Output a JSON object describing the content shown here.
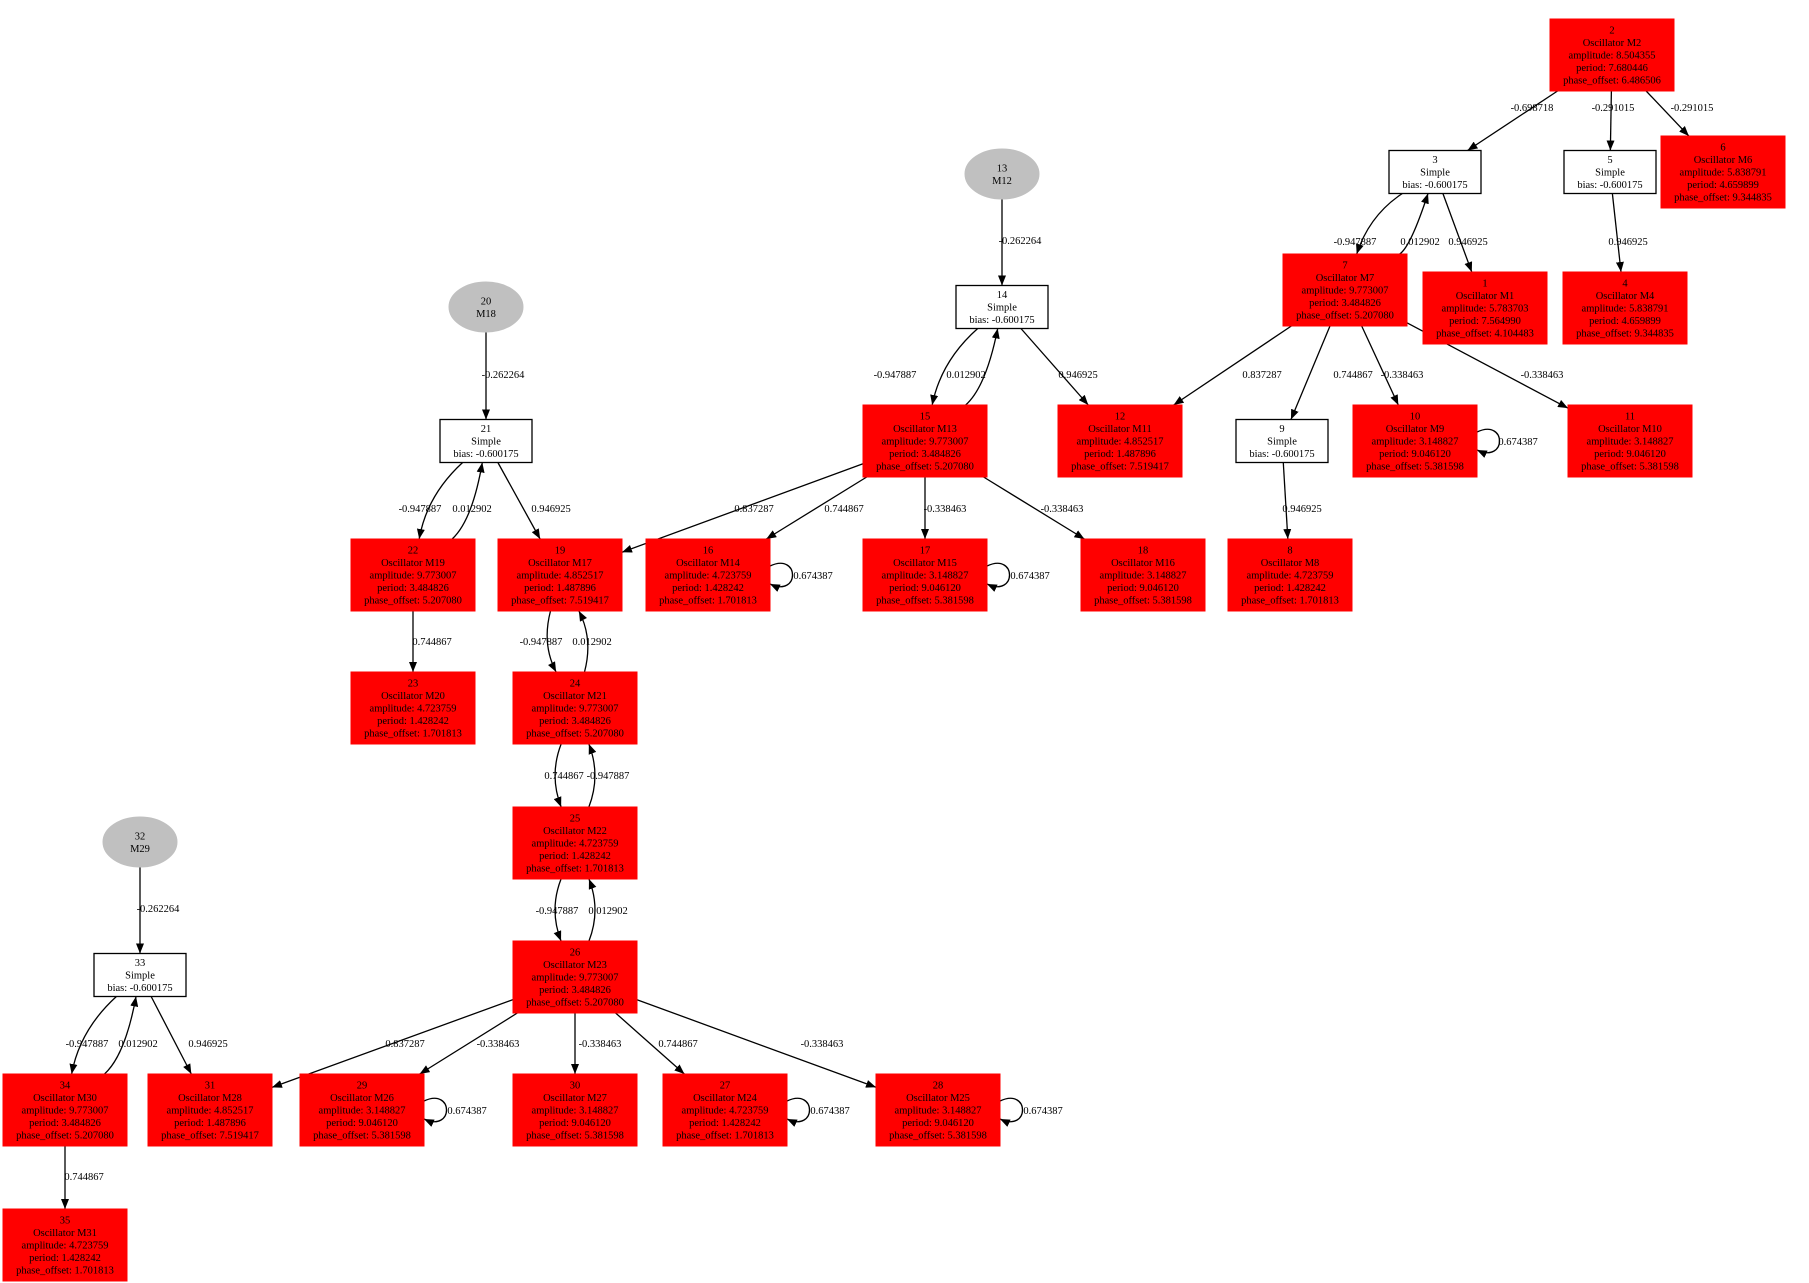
{
  "colors": {
    "oscillator_fill": "#ff0000",
    "oscillator_text": "#000000",
    "simple_fill": "#ffffff",
    "simple_stroke": "#000000",
    "input_fill": "#c0c0c0",
    "edge": "#000000"
  },
  "nodes": [
    {
      "id": "2",
      "kind": "oscillator",
      "lines": [
        "2",
        "Oscillator M2",
        "amplitude: 8.504355",
        "period: 7.680446",
        "phase_offset: 6.486506"
      ]
    },
    {
      "id": "3",
      "kind": "simple",
      "lines": [
        "3",
        "Simple",
        "bias: -0.600175"
      ]
    },
    {
      "id": "5",
      "kind": "simple",
      "lines": [
        "5",
        "Simple",
        "bias: -0.600175"
      ]
    },
    {
      "id": "6",
      "kind": "oscillator",
      "lines": [
        "6",
        "Oscillator M6",
        "amplitude: 5.838791",
        "period: 4.659899",
        "phase_offset: 9.344835"
      ]
    },
    {
      "id": "7",
      "kind": "oscillator",
      "lines": [
        "7",
        "Oscillator M7",
        "amplitude: 9.773007",
        "period: 3.484826",
        "phase_offset: 5.207080"
      ]
    },
    {
      "id": "1",
      "kind": "oscillator",
      "lines": [
        "1",
        "Oscillator M1",
        "amplitude: 5.783703",
        "period: 7.564990",
        "phase_offset: 4.104483"
      ]
    },
    {
      "id": "4",
      "kind": "oscillator",
      "lines": [
        "4",
        "Oscillator M4",
        "amplitude: 5.838791",
        "period: 4.659899",
        "phase_offset: 9.344835"
      ]
    },
    {
      "id": "12",
      "kind": "oscillator",
      "lines": [
        "12",
        "Oscillator M11",
        "amplitude: 4.852517",
        "period: 1.487896",
        "phase_offset: 7.519417"
      ]
    },
    {
      "id": "9",
      "kind": "simple",
      "lines": [
        "9",
        "Simple",
        "bias: -0.600175"
      ]
    },
    {
      "id": "10",
      "kind": "oscillator",
      "lines": [
        "10",
        "Oscillator M9",
        "amplitude: 3.148827",
        "period: 9.046120",
        "phase_offset: 5.381598"
      ]
    },
    {
      "id": "11",
      "kind": "oscillator",
      "lines": [
        "11",
        "Oscillator M10",
        "amplitude: 3.148827",
        "period: 9.046120",
        "phase_offset: 5.381598"
      ]
    },
    {
      "id": "8",
      "kind": "oscillator",
      "lines": [
        "8",
        "Oscillator M8",
        "amplitude: 4.723759",
        "period: 1.428242",
        "phase_offset: 1.701813"
      ]
    },
    {
      "id": "13",
      "kind": "input",
      "lines": [
        "13",
        "M12"
      ]
    },
    {
      "id": "14",
      "kind": "simple",
      "lines": [
        "14",
        "Simple",
        "bias: -0.600175"
      ]
    },
    {
      "id": "15",
      "kind": "oscillator",
      "lines": [
        "15",
        "Oscillator M13",
        "amplitude: 9.773007",
        "period: 3.484826",
        "phase_offset: 5.207080"
      ]
    },
    {
      "id": "16",
      "kind": "oscillator",
      "lines": [
        "16",
        "Oscillator M14",
        "amplitude: 4.723759",
        "period: 1.428242",
        "phase_offset: 1.701813"
      ]
    },
    {
      "id": "17",
      "kind": "oscillator",
      "lines": [
        "17",
        "Oscillator M15",
        "amplitude: 3.148827",
        "period: 9.046120",
        "phase_offset: 5.381598"
      ]
    },
    {
      "id": "18",
      "kind": "oscillator",
      "lines": [
        "18",
        "Oscillator M16",
        "amplitude: 3.148827",
        "period: 9.046120",
        "phase_offset: 5.381598"
      ]
    },
    {
      "id": "20",
      "kind": "input",
      "lines": [
        "20",
        "M18"
      ]
    },
    {
      "id": "21",
      "kind": "simple",
      "lines": [
        "21",
        "Simple",
        "bias: -0.600175"
      ]
    },
    {
      "id": "22",
      "kind": "oscillator",
      "lines": [
        "22",
        "Oscillator M19",
        "amplitude: 9.773007",
        "period: 3.484826",
        "phase_offset: 5.207080"
      ]
    },
    {
      "id": "19",
      "kind": "oscillator",
      "lines": [
        "19",
        "Oscillator M17",
        "amplitude: 4.852517",
        "period: 1.487896",
        "phase_offset: 7.519417"
      ]
    },
    {
      "id": "23",
      "kind": "oscillator",
      "lines": [
        "23",
        "Oscillator M20",
        "amplitude: 4.723759",
        "period: 1.428242",
        "phase_offset: 1.701813"
      ]
    },
    {
      "id": "24",
      "kind": "oscillator",
      "lines": [
        "24",
        "Oscillator M21",
        "amplitude: 9.773007",
        "period: 3.484826",
        "phase_offset: 5.207080"
      ]
    },
    {
      "id": "25",
      "kind": "oscillator",
      "lines": [
        "25",
        "Oscillator M22",
        "amplitude: 4.723759",
        "period: 1.428242",
        "phase_offset: 1.701813"
      ]
    },
    {
      "id": "26",
      "kind": "oscillator",
      "lines": [
        "26",
        "Oscillator M23",
        "amplitude: 9.773007",
        "period: 3.484826",
        "phase_offset: 5.207080"
      ]
    },
    {
      "id": "32",
      "kind": "input",
      "lines": [
        "32",
        "M29"
      ]
    },
    {
      "id": "33",
      "kind": "simple",
      "lines": [
        "33",
        "Simple",
        "bias: -0.600175"
      ]
    },
    {
      "id": "34",
      "kind": "oscillator",
      "lines": [
        "34",
        "Oscillator M30",
        "amplitude: 9.773007",
        "period: 3.484826",
        "phase_offset: 5.207080"
      ]
    },
    {
      "id": "31",
      "kind": "oscillator",
      "lines": [
        "31",
        "Oscillator M28",
        "amplitude: 4.852517",
        "period: 1.487896",
        "phase_offset: 7.519417"
      ]
    },
    {
      "id": "29",
      "kind": "oscillator",
      "lines": [
        "29",
        "Oscillator M26",
        "amplitude: 3.148827",
        "period: 9.046120",
        "phase_offset: 5.381598"
      ]
    },
    {
      "id": "30",
      "kind": "oscillator",
      "lines": [
        "30",
        "Oscillator M27",
        "amplitude: 3.148827",
        "period: 9.046120",
        "phase_offset: 5.381598"
      ]
    },
    {
      "id": "27",
      "kind": "oscillator",
      "lines": [
        "27",
        "Oscillator M24",
        "amplitude: 4.723759",
        "period: 1.428242",
        "phase_offset: 1.701813"
      ]
    },
    {
      "id": "28",
      "kind": "oscillator",
      "lines": [
        "28",
        "Oscillator M25",
        "amplitude: 3.148827",
        "period: 9.046120",
        "phase_offset: 5.381598"
      ]
    },
    {
      "id": "35",
      "kind": "oscillator",
      "lines": [
        "35",
        "Oscillator M31",
        "amplitude: 4.723759",
        "period: 1.428242",
        "phase_offset: 1.701813"
      ]
    }
  ],
  "edges": [
    {
      "from": "2",
      "to": "3",
      "weight": "-0.698718"
    },
    {
      "from": "2",
      "to": "5",
      "weight": "-0.291015"
    },
    {
      "from": "2",
      "to": "6",
      "weight": "-0.291015"
    },
    {
      "from": "3",
      "to": "7",
      "weight": "0.012902"
    },
    {
      "from": "7",
      "to": "3",
      "weight": "-0.947887"
    },
    {
      "from": "3",
      "to": "1",
      "weight": "0.946925"
    },
    {
      "from": "5",
      "to": "4",
      "weight": "0.946925"
    },
    {
      "from": "7",
      "to": "12",
      "weight": "0.837287"
    },
    {
      "from": "7",
      "to": "9",
      "weight": "0.744867"
    },
    {
      "from": "7",
      "to": "10",
      "weight": "-0.338463"
    },
    {
      "from": "7",
      "to": "11",
      "weight": "-0.338463"
    },
    {
      "from": "10",
      "to": "10",
      "weight": "0.674387"
    },
    {
      "from": "9",
      "to": "8",
      "weight": "0.946925"
    },
    {
      "from": "13",
      "to": "14",
      "weight": "-0.262264"
    },
    {
      "from": "14",
      "to": "15",
      "weight": "0.012902"
    },
    {
      "from": "15",
      "to": "14",
      "weight": "-0.947887"
    },
    {
      "from": "14",
      "to": "12",
      "weight": "0.946925"
    },
    {
      "from": "15",
      "to": "19",
      "weight": "0.837287"
    },
    {
      "from": "15",
      "to": "16",
      "weight": "0.744867"
    },
    {
      "from": "15",
      "to": "17",
      "weight": "-0.338463"
    },
    {
      "from": "15",
      "to": "18",
      "weight": "-0.338463"
    },
    {
      "from": "16",
      "to": "16",
      "weight": "0.674387"
    },
    {
      "from": "17",
      "to": "17",
      "weight": "0.674387"
    },
    {
      "from": "20",
      "to": "21",
      "weight": "-0.262264"
    },
    {
      "from": "21",
      "to": "22",
      "weight": "0.012902"
    },
    {
      "from": "22",
      "to": "21",
      "weight": "-0.947887"
    },
    {
      "from": "21",
      "to": "19",
      "weight": "0.946925"
    },
    {
      "from": "22",
      "to": "23",
      "weight": "0.744867"
    },
    {
      "from": "19",
      "to": "24",
      "weight": "0.012902"
    },
    {
      "from": "24",
      "to": "19",
      "weight": "-0.947887"
    },
    {
      "from": "24",
      "to": "25",
      "weight": "0.744867"
    },
    {
      "from": "25",
      "to": "24",
      "weight": "-0.947887"
    },
    {
      "from": "25",
      "to": "26",
      "weight": "0.012902"
    },
    {
      "from": "26",
      "to": "25",
      "weight": "-0.947887"
    },
    {
      "from": "26",
      "to": "31",
      "weight": "0.837287"
    },
    {
      "from": "26",
      "to": "29",
      "weight": "-0.338463"
    },
    {
      "from": "26",
      "to": "30",
      "weight": "-0.338463"
    },
    {
      "from": "26",
      "to": "27",
      "weight": "0.744867"
    },
    {
      "from": "26",
      "to": "28",
      "weight": "-0.338463"
    },
    {
      "from": "29",
      "to": "29",
      "weight": "0.674387"
    },
    {
      "from": "27",
      "to": "27",
      "weight": "0.674387"
    },
    {
      "from": "28",
      "to": "28",
      "weight": "0.674387"
    },
    {
      "from": "32",
      "to": "33",
      "weight": "-0.262264"
    },
    {
      "from": "33",
      "to": "34",
      "weight": "0.012902"
    },
    {
      "from": "34",
      "to": "33",
      "weight": "-0.947887"
    },
    {
      "from": "33",
      "to": "31",
      "weight": "0.946925"
    },
    {
      "from": "34",
      "to": "35",
      "weight": "0.744867"
    }
  ]
}
